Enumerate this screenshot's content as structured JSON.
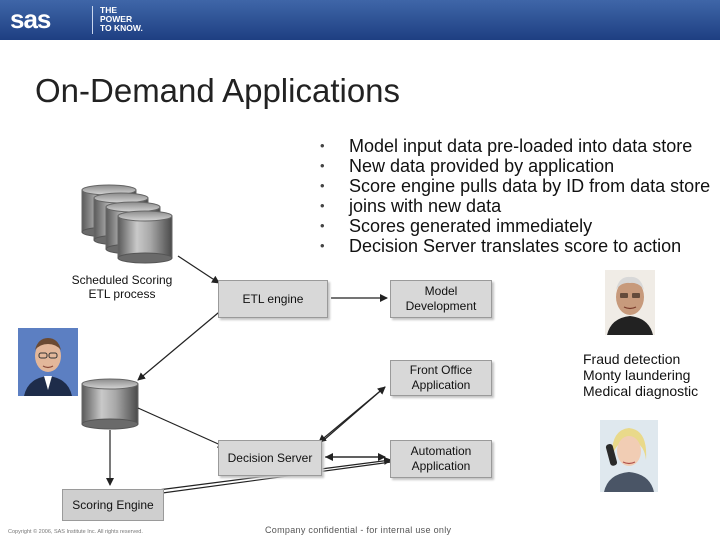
{
  "header": {
    "logo_text": "sas",
    "tagline": [
      "THE",
      "POWER",
      "TO KNOW."
    ]
  },
  "title": "On-Demand Applications",
  "bullets": [
    "Model input data pre-loaded into data store",
    "New data provided by application",
    "Score engine pulls data by ID from data store",
    "joins with new data",
    "Scores generated immediately",
    "Decision Server translates score to action"
  ],
  "diagram": {
    "scheduled_label": [
      "Scheduled Scoring",
      "ETL process"
    ],
    "etl_engine": "ETL engine",
    "model_dev": [
      "Model",
      "Development"
    ],
    "front_office": [
      "Front Office",
      "Application"
    ],
    "decision_server": "Decision Server",
    "automation": [
      "Automation",
      "Application"
    ],
    "scoring_engine": "Scoring Engine"
  },
  "right_list": [
    "Fraud detection",
    "Monty laundering",
    "Medical diagnostic"
  ],
  "footer": {
    "copyright": "Copyright © 2006, SAS Institute Inc. All rights reserved.",
    "confidential": "Company confidential - for internal use only"
  },
  "colors": {
    "header": "#2b4f94",
    "box": "#d8d8d8"
  }
}
